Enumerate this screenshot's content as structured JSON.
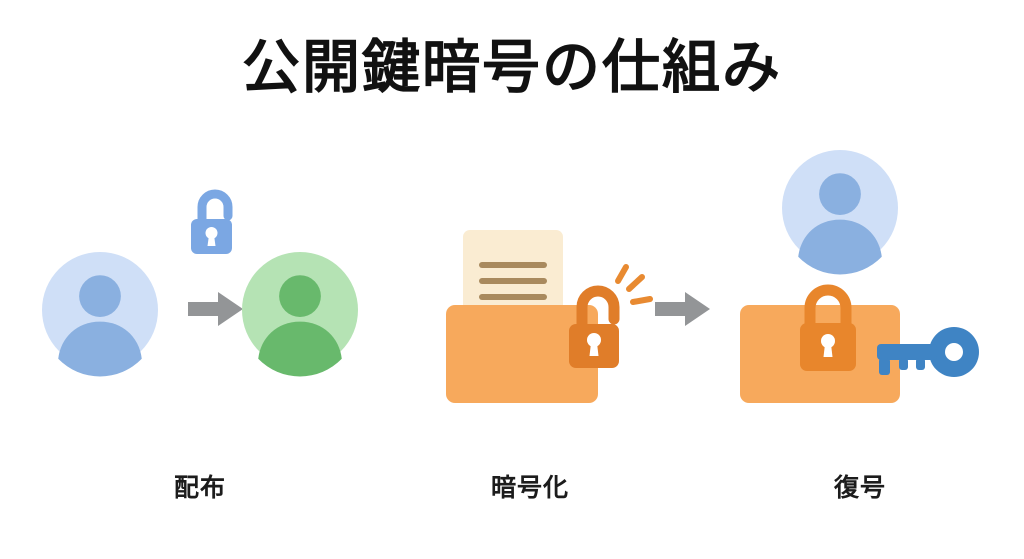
{
  "page": {
    "title": "公開鍵暗号の仕組み",
    "background_color": "#ffffff",
    "title_color": "#111111"
  },
  "panels": [
    {
      "id": "distribution",
      "caption": "配布",
      "icons": [
        {
          "name": "avatar-sender-blue",
          "type": "avatar",
          "fill_bg": "#cfdff7",
          "fill_fg": "#8ab0e0"
        },
        {
          "name": "open-padlock-public-key",
          "type": "padlock-open",
          "color": "#7ba7e3"
        },
        {
          "name": "arrow-right",
          "type": "arrow",
          "color": "#939597"
        },
        {
          "name": "avatar-recipient-green",
          "type": "avatar",
          "fill_bg": "#b5e3b4",
          "fill_fg": "#68b96c"
        }
      ]
    },
    {
      "id": "encryption",
      "caption": "暗号化",
      "icons": [
        {
          "name": "document-plaintext",
          "type": "document",
          "color": "#faecd2",
          "line_color": "#a98a5e"
        },
        {
          "name": "envelope-orange",
          "type": "envelope",
          "color": "#f7a95c"
        },
        {
          "name": "open-padlock-encrypting",
          "type": "padlock-open",
          "color": "#e07d29"
        },
        {
          "name": "sparkle-rays",
          "type": "sparkle",
          "color": "#e88a31"
        },
        {
          "name": "arrow-right",
          "type": "arrow",
          "color": "#939597"
        }
      ]
    },
    {
      "id": "decryption",
      "caption": "復号",
      "icons": [
        {
          "name": "avatar-receiver-blue",
          "type": "avatar",
          "fill_bg": "#cfdff7",
          "fill_fg": "#8ab0e0"
        },
        {
          "name": "envelope-locked",
          "type": "envelope",
          "color": "#f7a95c"
        },
        {
          "name": "closed-padlock",
          "type": "padlock-closed",
          "color": "#e8862c"
        },
        {
          "name": "private-key",
          "type": "key",
          "color": "#3f84c4"
        }
      ]
    }
  ],
  "colors": {
    "avatar_blue_bg": "#cfdff7",
    "avatar_blue_fg": "#8ab0e0",
    "avatar_green_bg": "#b5e3b4",
    "avatar_green_fg": "#68b96c",
    "lock_blue": "#7ba7e3",
    "lock_orange_dark": "#e07d29",
    "lock_orange": "#e8862c",
    "envelope_orange": "#f7a95c",
    "document_cream": "#faecd2",
    "document_line": "#a98a5e",
    "arrow_gray": "#939597",
    "key_blue": "#3f84c4",
    "sparkle_orange": "#e88a31"
  }
}
